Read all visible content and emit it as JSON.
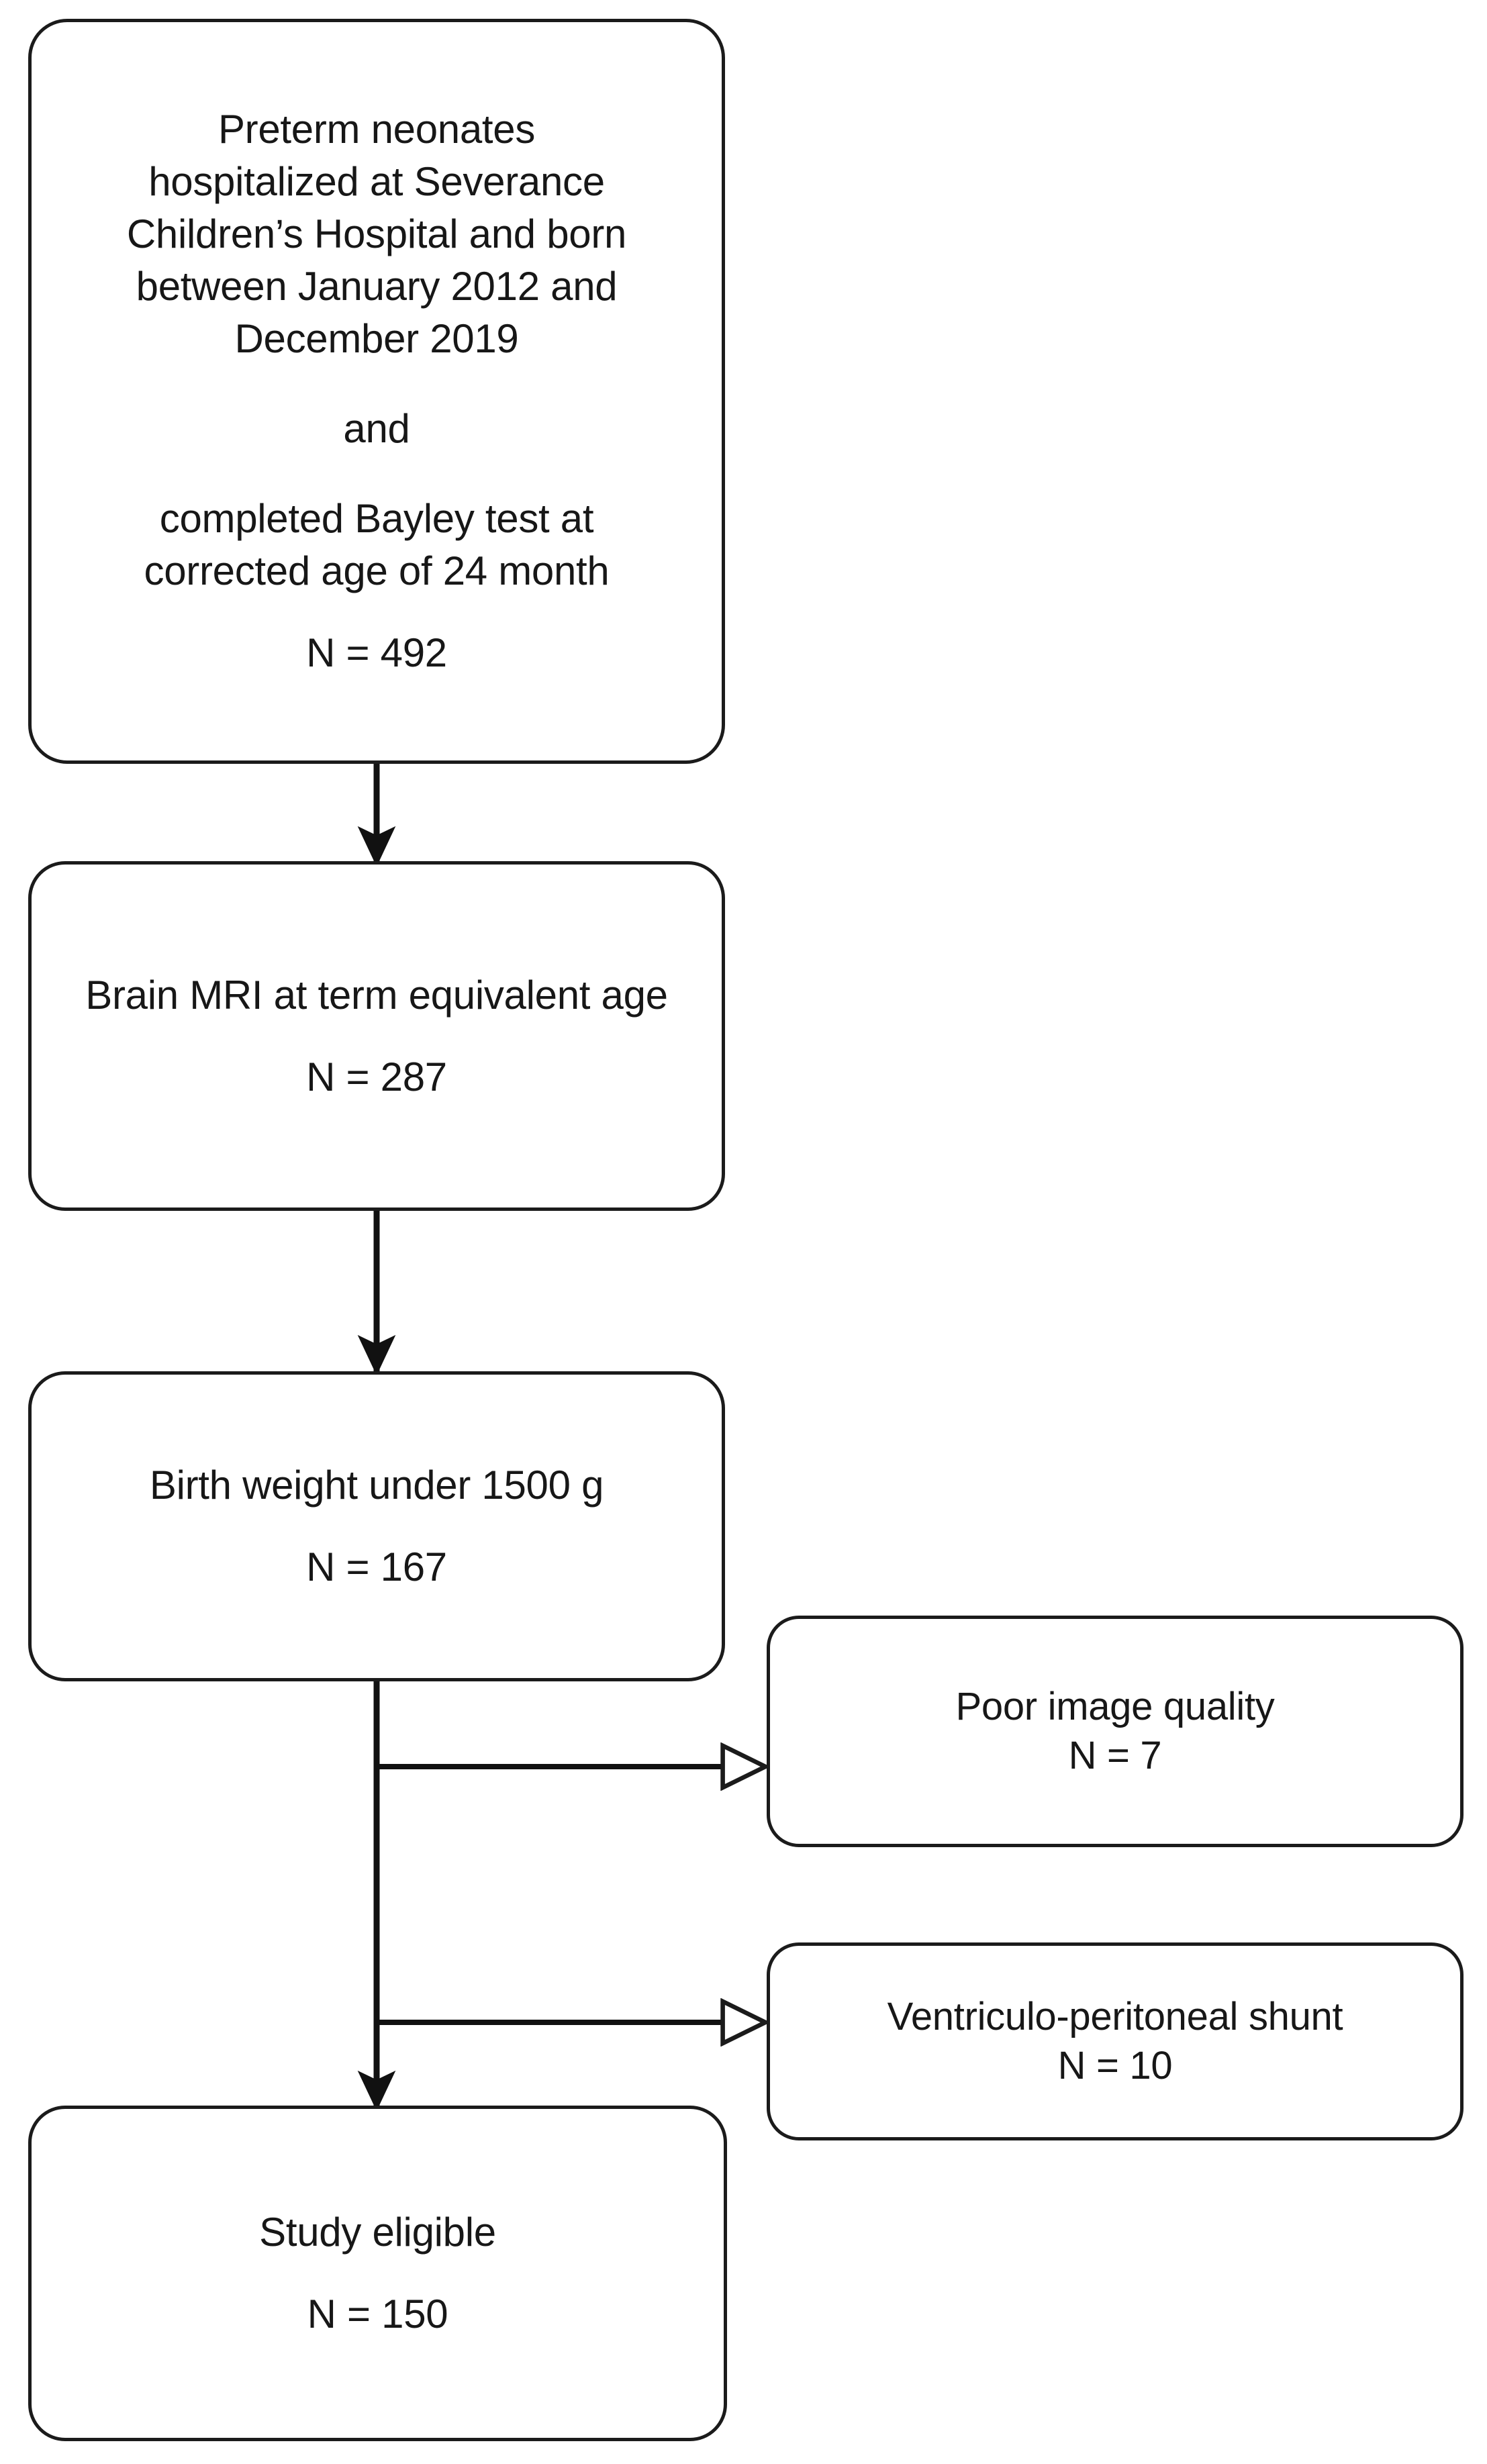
{
  "diagram": {
    "type": "study-flow-chart",
    "orientation": "top-to-bottom",
    "stroke_color": "#1b1b1b",
    "text_color": "#171717",
    "background_color": "#ffffff"
  },
  "nodes": {
    "screened": {
      "name": "screened-population",
      "lines": [
        "Preterm neonates",
        "hospitalized at Severance",
        "Children’s Hospital and born",
        "between January 2012 and",
        "December 2019"
      ],
      "conjunction": "and",
      "lines2": [
        "completed Bayley test at",
        "corrected age of 24 month"
      ],
      "count_label": "N = 492",
      "count": 492
    },
    "mri": {
      "name": "brain-mri",
      "lines": [
        "Brain MRI at term equivalent age"
      ],
      "count_label": "N = 287",
      "count": 287
    },
    "birth_weight": {
      "name": "birth-weight",
      "lines": [
        "Birth weight under 1500 g"
      ],
      "count_label": "N = 167",
      "count": 167
    },
    "excluded_quality": {
      "name": "excluded-poor-image-quality",
      "lines": [
        "Poor image quality"
      ],
      "count_label": "N = 7",
      "count": 7
    },
    "excluded_shunt": {
      "name": "excluded-vp-shunt",
      "lines": [
        "Ventriculo-peritoneal shunt"
      ],
      "count_label": "N = 10",
      "count": 10
    },
    "eligible": {
      "name": "study-eligible",
      "lines": [
        "Study eligible"
      ],
      "count_label": "N = 150",
      "count": 150
    }
  },
  "edges": [
    {
      "from": "screened",
      "to": "mri",
      "arrow": "filled-down"
    },
    {
      "from": "mri",
      "to": "birth_weight",
      "arrow": "filled-down"
    },
    {
      "from": "birth_weight",
      "to": "excluded_quality",
      "arrow": "hollow-right"
    },
    {
      "from": "birth_weight",
      "to": "excluded_shunt",
      "arrow": "hollow-right"
    },
    {
      "from": "birth_weight",
      "to": "eligible",
      "arrow": "filled-down"
    }
  ]
}
